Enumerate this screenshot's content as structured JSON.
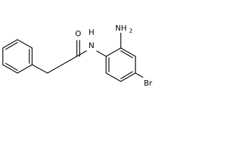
{
  "molecule": {
    "labels": {
      "carbonyl_oxygen": "O",
      "amide_nitrogen_h": "H",
      "amide_nitrogen_n": "N",
      "amino_nh": "NH",
      "amino_subscript": "2",
      "bromo": "Br"
    }
  }
}
